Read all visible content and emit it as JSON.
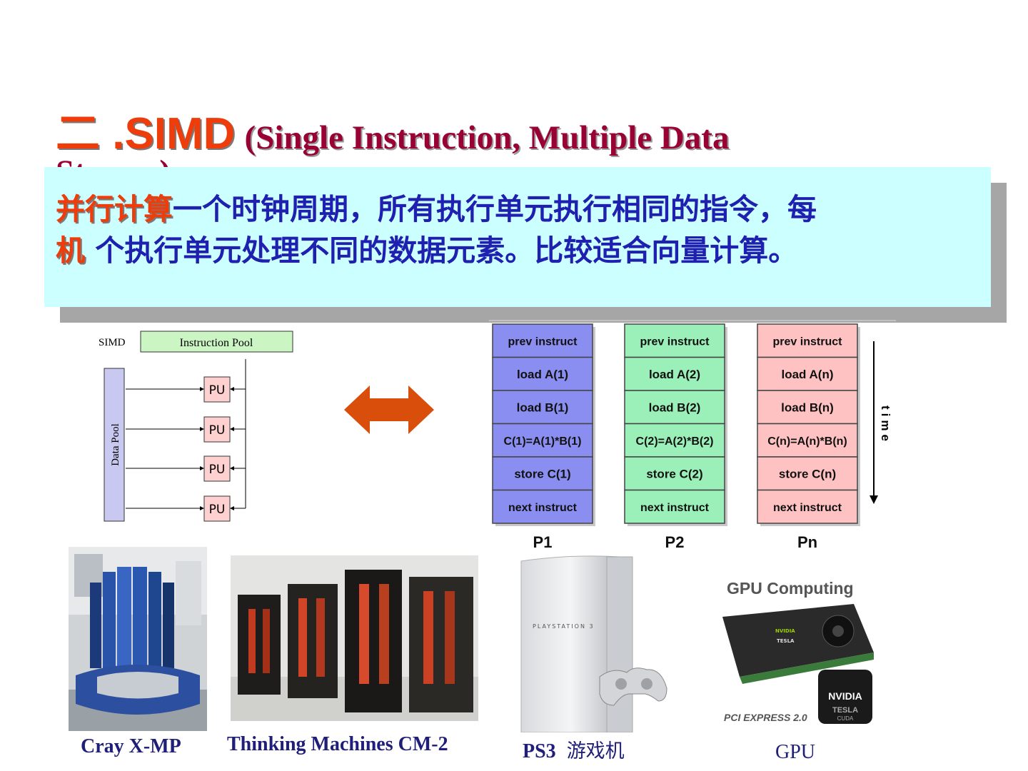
{
  "title": {
    "main": "二 .SIMD",
    "sub": "(Single Instruction, Multiple Data",
    "sub_line2": "Stream)"
  },
  "definition": {
    "highlight_1": "并行计算",
    "text_1": "一个时钟周期，所有执行单元执行相同的指令，每",
    "highlight_2": "机",
    "text_2": " 个执行单元处理不同的数据元素。比较适合向量计算。"
  },
  "simd_diagram": {
    "label": "SIMD",
    "instruction_pool": "Instruction Pool",
    "data_pool": "Data Pool",
    "pu_label": "PU"
  },
  "timeline": {
    "columns": [
      {
        "name": "P1",
        "color": "#8a8ef0",
        "steps": [
          "prev instruct",
          "load A(1)",
          "load B(1)",
          "C(1)=A(1)*B(1)",
          "store C(1)",
          "next instruct"
        ]
      },
      {
        "name": "P2",
        "color": "#9af0b8",
        "steps": [
          "prev instruct",
          "load A(2)",
          "load B(2)",
          "C(2)=A(2)*B(2)",
          "store C(2)",
          "next instruct"
        ]
      },
      {
        "name": "Pn",
        "color": "#ffc2c2",
        "steps": [
          "prev instruct",
          "load A(n)",
          "load B(n)",
          "C(n)=A(n)*B(n)",
          "store C(n)",
          "next instruct"
        ]
      }
    ],
    "time_label": "time"
  },
  "arrow": {
    "color": "#d94e0a"
  },
  "examples": {
    "cray": "Cray X-MP",
    "cm2": "Thinking Machines CM-2",
    "ps3_label": "PS3",
    "ps3_suffix": "游戏机",
    "gpu": "GPU",
    "gpu_image_heading": "GPU Computing",
    "playstation_logo": "PLAYSTATION 3",
    "nvidia_text": "NVIDIA",
    "tesla_text": "TESLA",
    "pci_text": "PCI EXPRESS 2.0",
    "cuda_text": "CUDA"
  }
}
